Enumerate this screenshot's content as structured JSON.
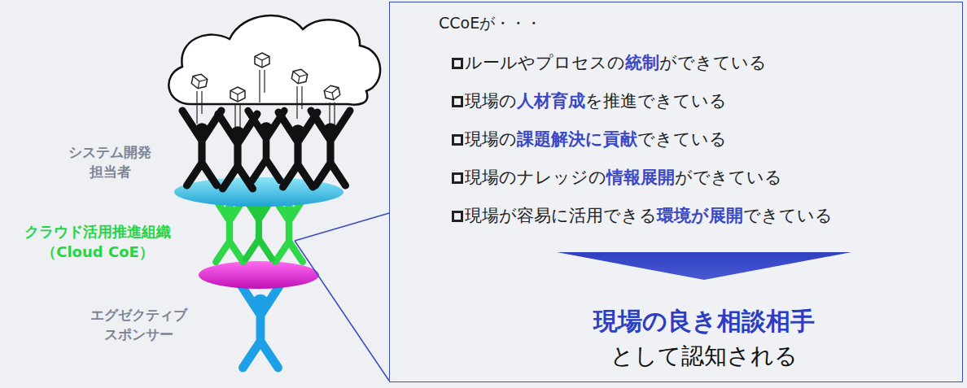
{
  "diagram": {
    "nodes": [
      {
        "text": [
          "CCoEが・・・",
          "ルールやプロセスの統制ができている",
          "現場の人材育成を推進できている",
          "現場の課題解決に貢献できている",
          "現場のナレッジの情報展開ができている",
          "現場が容易に活用できる環境が展開できている",
          "現場の良き相談相手",
          "として認知される"
        ]
      }
    ],
    "labels": [
      "システム開発 担当者",
      "クラウド活用推進組織 （Cloud CoE）",
      "エグゼクティブ スポンサー"
    ]
  }
}
